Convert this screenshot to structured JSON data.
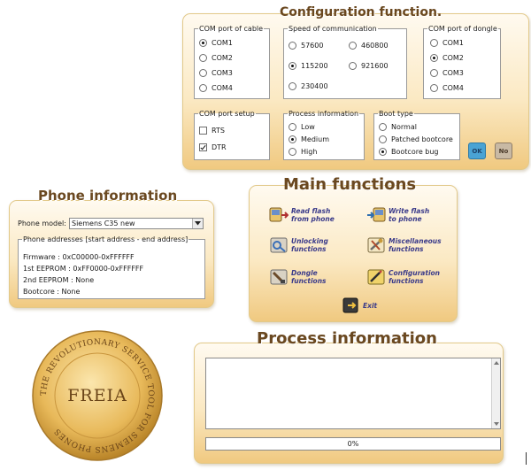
{
  "config": {
    "title": "Configuration function.",
    "cable_port": {
      "legend": "COM port of cable",
      "options": [
        "COM1",
        "COM2",
        "COM3",
        "COM4"
      ],
      "selected": "COM1"
    },
    "speed": {
      "legend": "Speed of communication",
      "options": [
        "57600",
        "115200",
        "230400",
        "460800",
        "921600"
      ],
      "selected": "115200"
    },
    "dongle_port": {
      "legend": "COM port of dongle",
      "options": [
        "COM1",
        "COM2",
        "COM3",
        "COM4"
      ],
      "selected": "COM2"
    },
    "port_setup": {
      "legend": "COM port setup",
      "rts": {
        "label": "RTS",
        "checked": false
      },
      "dtr": {
        "label": "DTR",
        "checked": true
      }
    },
    "process_info": {
      "legend": "Process information",
      "options": [
        "Low",
        "Medium",
        "High"
      ],
      "selected": "Medium"
    },
    "boot_type": {
      "legend": "Boot type",
      "options": [
        "Normal",
        "Patched bootcore",
        "Bootcore bug"
      ],
      "selected": "Bootcore bug"
    },
    "ok_label": "OK",
    "no_label": "No"
  },
  "phone": {
    "title": "Phone information",
    "model_label": "Phone model:",
    "model_value": "Siemens C35 new",
    "addresses_legend": "Phone addresses [start address - end address]",
    "lines": [
      "Firmware : 0xC00000-0xFFFFFF",
      "1st EEPROM : 0xFF0000-0xFFFFFF",
      "2nd EEPROM : None",
      "Bootcore : None"
    ]
  },
  "main": {
    "title": "Main functions",
    "read_flash": [
      "Read flash",
      "from phone"
    ],
    "write_flash": [
      "Write flash",
      "to phone"
    ],
    "unlocking": [
      "Unlocking",
      "functions"
    ],
    "misc": [
      "Miscellaneous",
      "functions"
    ],
    "dongle": [
      "Dongle",
      "functions"
    ],
    "configuration": [
      "Configuration",
      "functions"
    ],
    "exit": "Exit"
  },
  "logo": {
    "name": "FREIA",
    "ring_text": "THE REVOLUTIONARY SERVICE TOOL FOR SIEMENS PHONES"
  },
  "process": {
    "title": "Process information",
    "log_text": "",
    "progress_label": "0%",
    "progress_value": 0
  },
  "colors": {
    "panel_gold": "#f0c980",
    "heading_brown": "#6a4820",
    "label_blue": "#3b3b8a",
    "ok_blue": "#4aa3d4",
    "no_grey": "#c8b9a4"
  }
}
